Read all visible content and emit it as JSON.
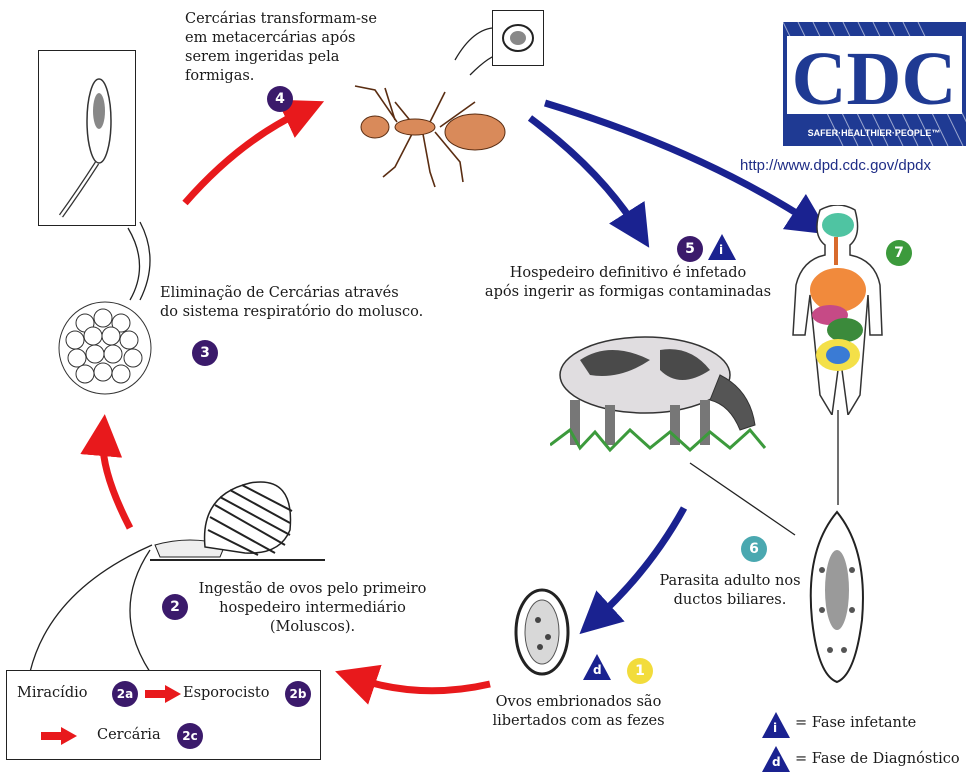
{
  "logo": {
    "text": "CDC",
    "tagline": "SAFER·HEALTHIER·PEOPLE™",
    "url": "http://www.dpd.cdc.gov/dpdx"
  },
  "steps": {
    "s4": {
      "badge": "4",
      "text": "Cercárias transformam-se em metacercárias após serem ingeridas pela formigas."
    },
    "s5": {
      "badge": "5",
      "text_line1": "Hospedeiro definitivo é infetado",
      "text_line2": "após ingerir as formigas contaminadas"
    },
    "s7": {
      "badge": "7"
    },
    "s3": {
      "badge": "3",
      "text_line1": "Eliminação de Cercárias através",
      "text_line2": "do sistema respiratório do molusco."
    },
    "s2": {
      "badge": "2",
      "text_line1": "Ingestão de ovos pelo primeiro",
      "text_line2": "hospedeiro intermediário",
      "text_line3": "(Moluscos)."
    },
    "s6": {
      "badge": "6",
      "text_line1": "Parasita adulto nos",
      "text_line2": "ductos biliares."
    },
    "s1": {
      "badge": "1",
      "text_line1": "Ovos embrionados são",
      "text_line2": "libertados com as fezes"
    }
  },
  "stages_box": {
    "miracidio": "Miracídio",
    "badge_2a": "2a",
    "esporocisto": "Esporocisto",
    "badge_2b": "2b",
    "cercaria": "Cercária",
    "badge_2c": "2c"
  },
  "triangles": {
    "infective": "i",
    "diagnostic": "d"
  },
  "legend": {
    "infective_label": "=  Fase infetante",
    "diagnostic_label": "= Fase de Diagnóstico"
  },
  "colors": {
    "badge_dark": "#3b1a6b",
    "badge_green": "#3c9a3c",
    "badge_teal": "#4aa8b0",
    "badge_yellow": "#f2dc3c",
    "arrow_red": "#e8191c",
    "arrow_blue": "#1a2290",
    "triangle_blue": "#1a2290",
    "cdc_blue": "#1f3a93"
  },
  "icons": [
    "ant-icon",
    "cow-icon",
    "human-organs-icon",
    "snail-icon",
    "cercaria-icon",
    "egg-cluster-icon",
    "adult-fluke-icon",
    "embryonated-egg-icon",
    "metacercaria-icon"
  ]
}
